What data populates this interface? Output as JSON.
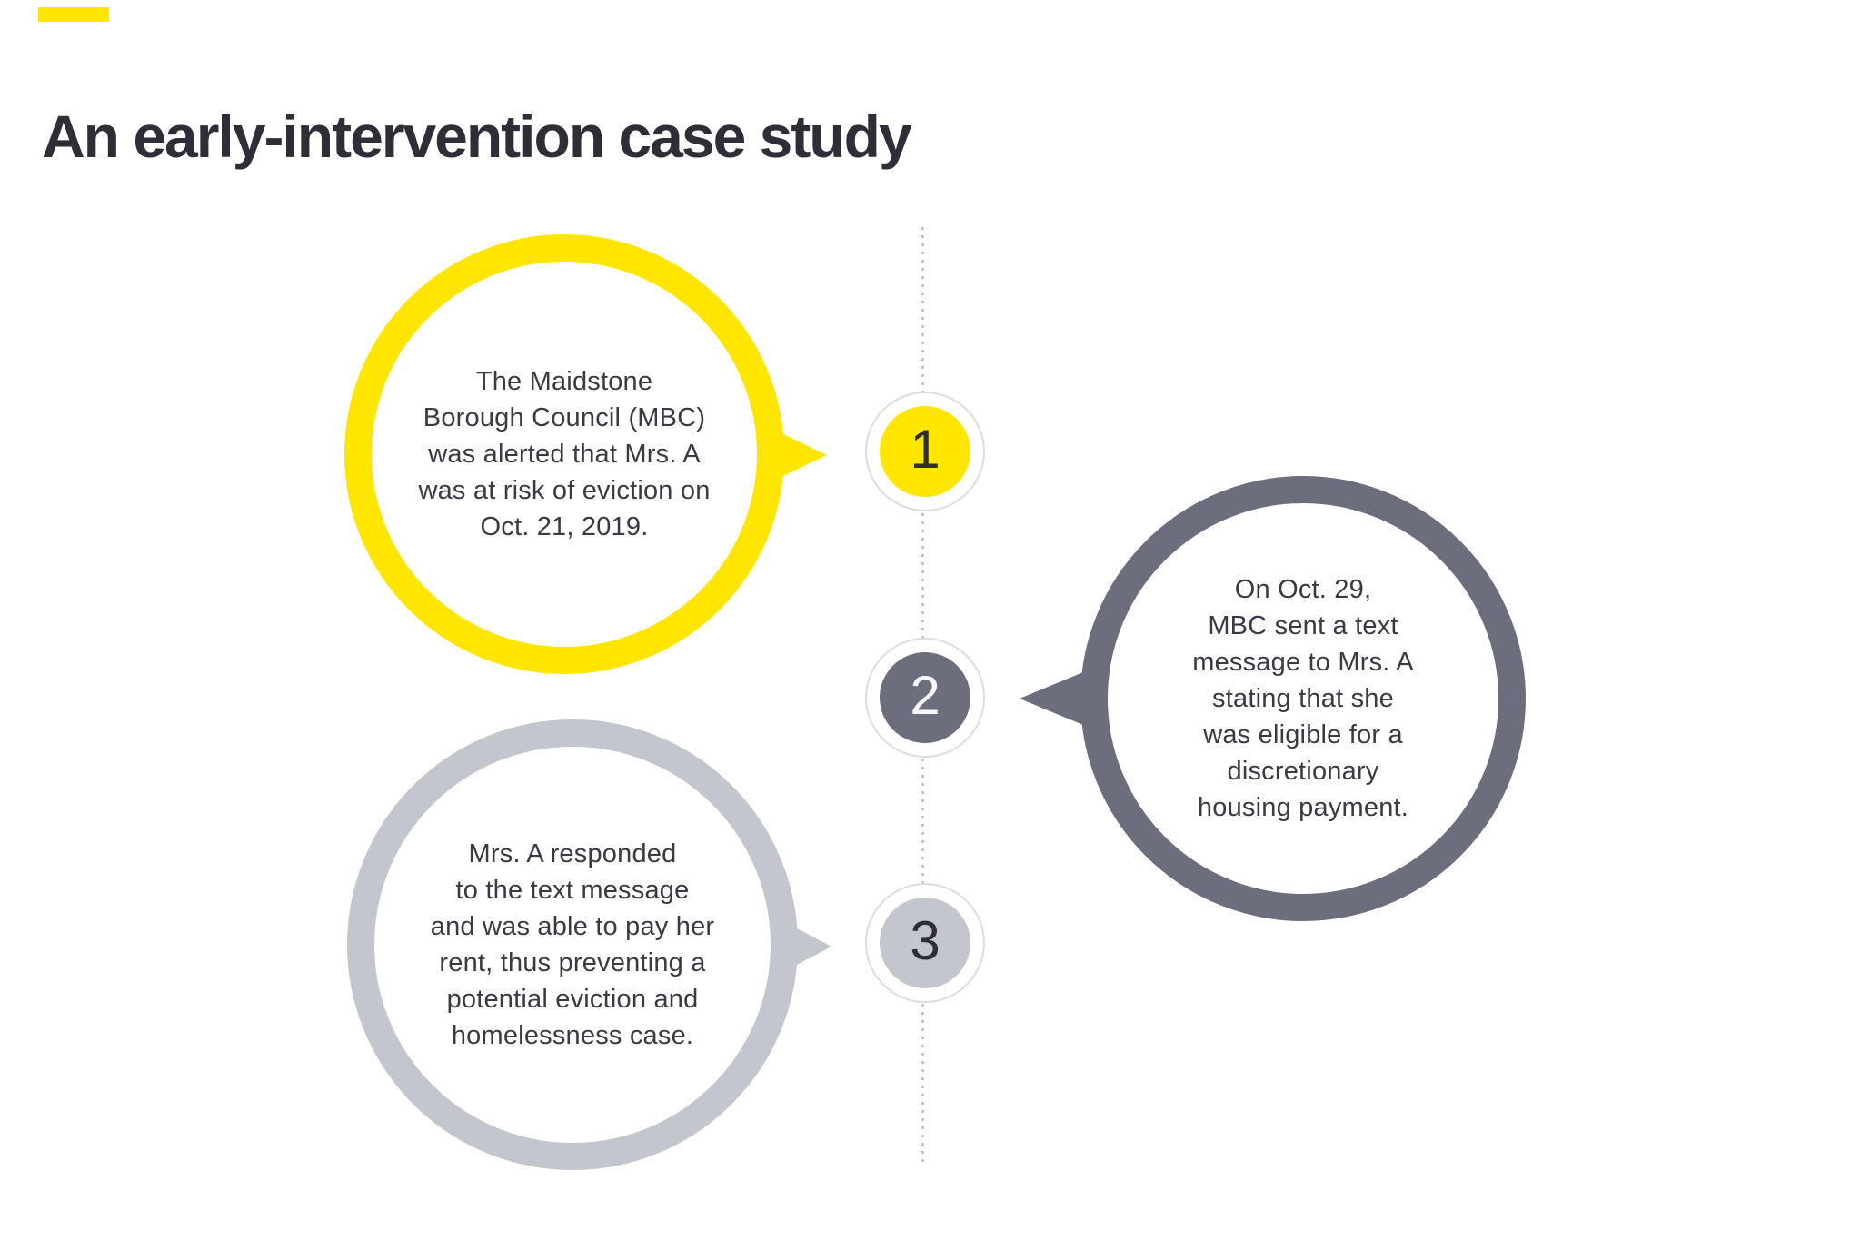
{
  "page": {
    "title": "An early-intervention case study",
    "title_color": "#2E2E38",
    "background_color": "#ffffff",
    "accent_bar_color": "#FFE600"
  },
  "timeline": {
    "line_color": "#C6C7CB",
    "marker_ring_color": "#DCDDE0",
    "steps": [
      {
        "number": "1",
        "accent_color": "#FFE600",
        "number_color": "#2E2E38",
        "bubble_text": "The Maidstone\nBorough Council (MBC)\nwas alerted that Mrs. A\nwas at risk of eviction on\nOct. 21, 2019."
      },
      {
        "number": "2",
        "accent_color": "#6C6E7D",
        "number_color": "#F7F7F8",
        "bubble_text": "On Oct. 29,\nMBC sent a text\nmessage to Mrs. A\nstating that she\nwas eligible for a\ndiscretionary\nhousing payment."
      },
      {
        "number": "3",
        "accent_color": "#C4C6CD",
        "number_color": "#2E2E38",
        "bubble_text": "Mrs. A responded\nto the text message\nand was able to pay her\nrent, thus preventing a\npotential eviction and\nhomelessness case."
      }
    ]
  }
}
